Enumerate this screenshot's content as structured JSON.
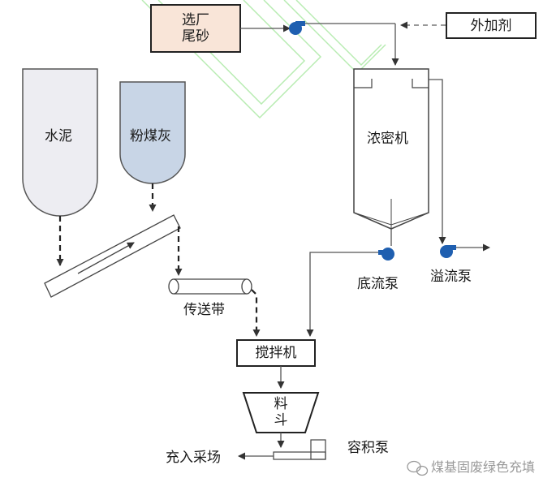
{
  "labels": {
    "tailings_line1": "选厂",
    "tailings_line2": "尾砂",
    "additive": "外加剂",
    "thickener": "浓密机",
    "cement": "水泥",
    "flyash": "粉煤灰",
    "conveyor": "传送带",
    "underflow_pump": "底流泵",
    "overflow_pump": "溢流泵",
    "mixer": "搅拌机",
    "hopper_line1": "料",
    "hopper_line2": "斗",
    "volume_pump": "容积泵",
    "fill_stope": "充入采场"
  },
  "watermark": {
    "text": "煤基固废绿色充填",
    "icon": "wechat-icon"
  },
  "colors": {
    "line": "#555555",
    "pump": "#1f5fb0",
    "tailings_fill": "#f9e5d8",
    "cement_fill": "#ededf2",
    "flyash_fill": "#c8d5e6",
    "bg_watermark": "#9fe39a"
  }
}
